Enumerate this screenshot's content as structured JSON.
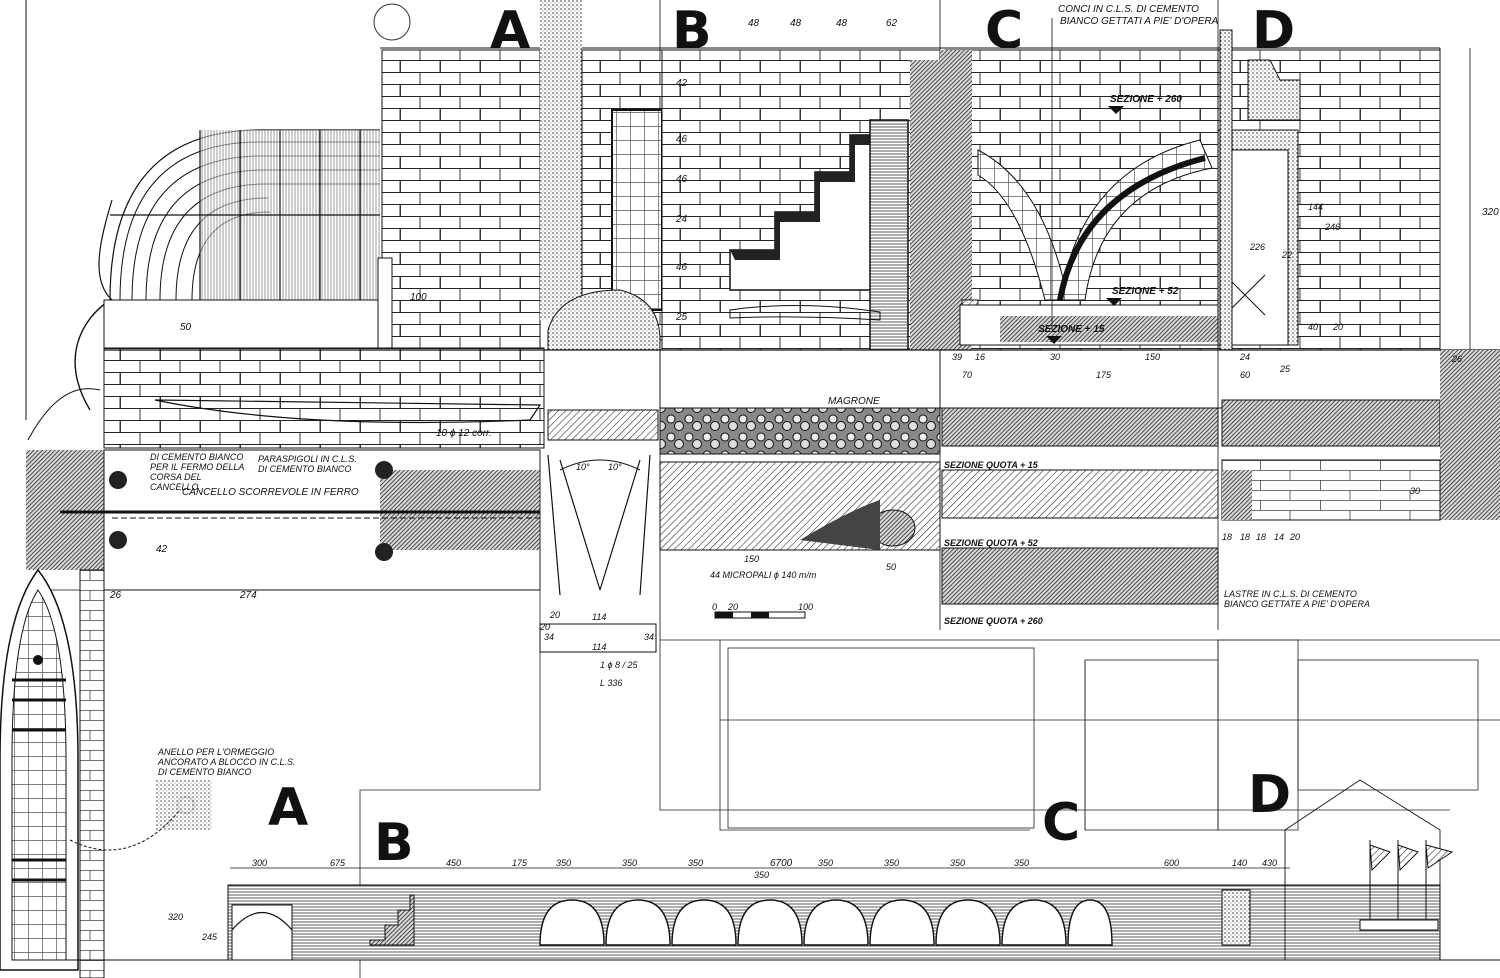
{
  "section_letters": {
    "top": [
      "A",
      "B",
      "C",
      "D"
    ],
    "bottom": [
      "A",
      "B",
      "C",
      "D"
    ]
  },
  "labels": {
    "conci_line1": "CONCI IN C.L.S. DI CEMENTO",
    "conci_line2": "BIANCO GETTATI A PIE' D'OPERA",
    "sezione_260": "SEZIONE + 260",
    "sezione_52": "SEZIONE + 52",
    "sezione_15": "SEZIONE + 15",
    "magrone": "MAGRONE",
    "ferri": "10 ϕ 12 corr.",
    "fermo_line1": "DI CEMENTO BIANCO",
    "fermo_line2": "PER IL FERMO DELLA",
    "fermo_line3": "CORSA DEL",
    "fermo_line4": "CANCELLO",
    "paraspigoli_line1": "PARASPIGOLI IN C.L.S.",
    "paraspigoli_line2": "DI CEMENTO BIANCO",
    "cancello": "CANCELLO SCORREVOLE IN FERRO",
    "quota_15": "SEZIONE QUOTA + 15",
    "quota_52": "SEZIONE QUOTA + 52",
    "quota_260": "SEZIONE QUOTA + 260",
    "micropali": "44 MICROPALI ϕ 140 m/m",
    "lastre_line1": "LASTRE IN C.L.S. DI CEMENTO",
    "lastre_line2": "BIANCO GETTATE A PIE' D'OPERA",
    "anello_line1": "ANELLO PER L'ORMEGGIO",
    "anello_line2": "ANCORATO A BLOCCO IN C.L.S.",
    "anello_line3": "DI CEMENTO BIANCO",
    "armatura_1": "1 ϕ 8 / 25",
    "armatura_2": "L 336"
  },
  "dimensions": {
    "top_b": [
      "48",
      "48",
      "48",
      "62"
    ],
    "b_vertical": [
      "42",
      "46",
      "46",
      "24",
      "46",
      "25"
    ],
    "plan_b": [
      "150",
      "50"
    ],
    "angles": [
      "10°",
      "10°"
    ],
    "rebar": [
      "20",
      "114",
      "114",
      "34",
      "34",
      "20"
    ],
    "c_bottom": [
      "39",
      "16",
      "70",
      "30",
      "150",
      "175"
    ],
    "d_bottom": [
      "24",
      "60",
      "25",
      "26"
    ],
    "d_vertical": [
      "226",
      "144",
      "246",
      "40",
      "22",
      "20"
    ],
    "d_right": "320",
    "d_plan": [
      "18",
      "18",
      "18",
      "14",
      "20",
      "30"
    ],
    "plan_a": [
      "274",
      "26",
      "42"
    ],
    "heights_a": [
      "100",
      "50"
    ],
    "scale": [
      "0",
      "20",
      "100"
    ],
    "elev_total": "6700",
    "elev_row": [
      "300",
      "675",
      "450",
      "175",
      "350",
      "350",
      "350",
      "350",
      "350",
      "350",
      "350",
      "350",
      "600",
      "140",
      "430"
    ],
    "elev_left": [
      "320",
      "245"
    ]
  }
}
